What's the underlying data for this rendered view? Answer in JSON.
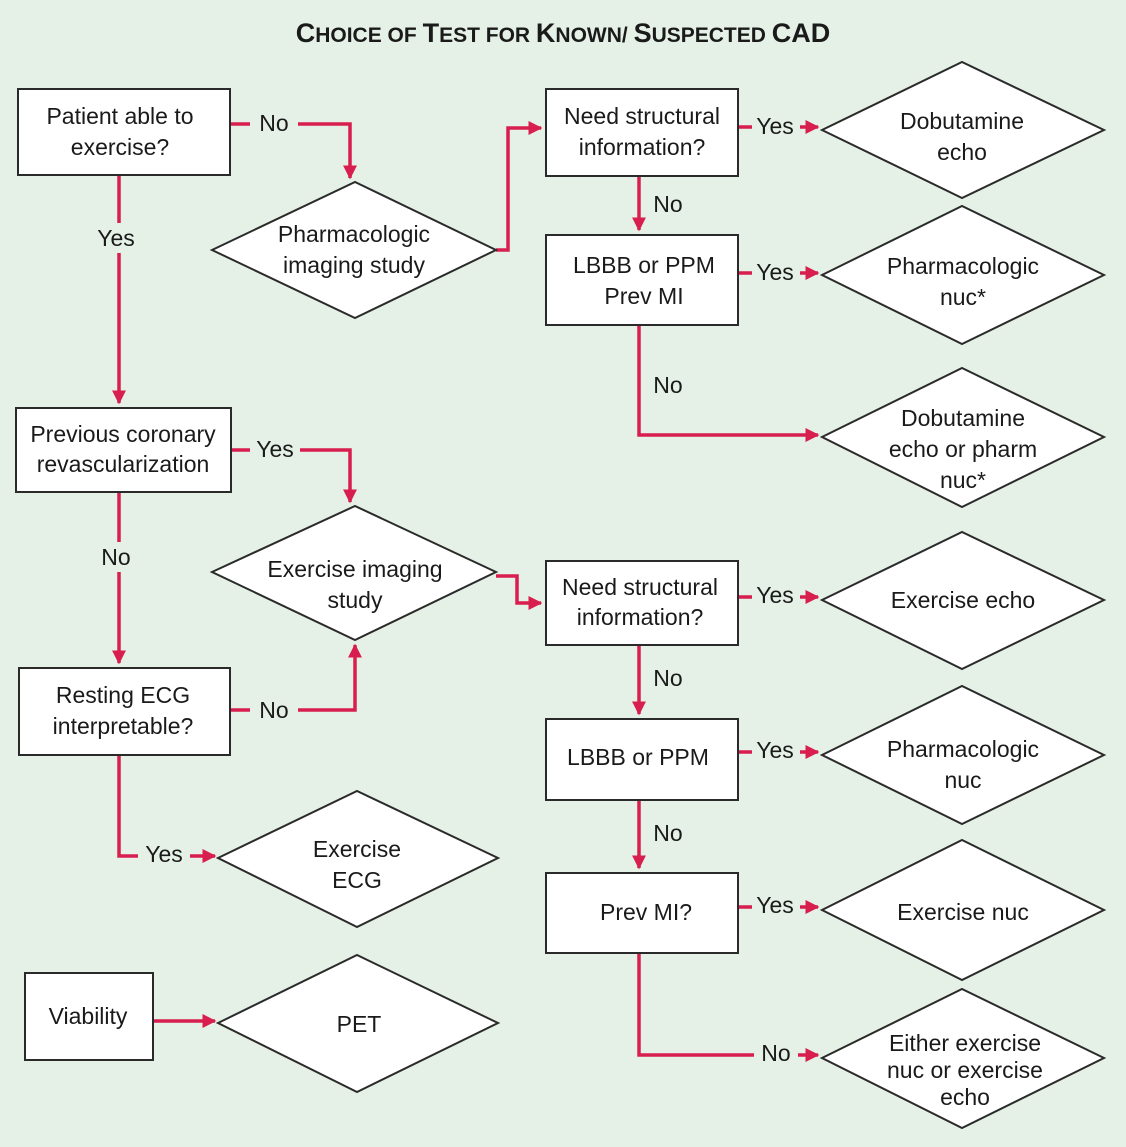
{
  "title": {
    "parts": [
      "C",
      "HOICE OF ",
      "T",
      "EST FOR ",
      "K",
      "NOWN/ ",
      "S",
      "USPECTED ",
      "CAD"
    ]
  },
  "colors": {
    "background": "#e5f1e6",
    "edge": "#d81e4e",
    "stroke": "#2a2a2a",
    "node_fill": "#ffffff"
  },
  "nodes": {
    "patient_exercise": [
      "Patient able to",
      "exercise?"
    ],
    "pharm_imaging": [
      "Pharmacologic",
      "imaging study"
    ],
    "need_struct_top": [
      "Need structural",
      "information?"
    ],
    "dobutamine_echo": [
      "Dobutamine",
      "echo"
    ],
    "lbbb_ppm_prev_mi": [
      "LBBB or PPM",
      "Prev MI"
    ],
    "pharm_nuc_star": [
      "Pharmacologic",
      "nuc*"
    ],
    "dobut_or_pharm": [
      "Dobutamine",
      "echo or pharm",
      "nuc*"
    ],
    "prev_revasc": [
      "Previous coronary",
      "revascularization"
    ],
    "exercise_imaging": [
      "Exercise imaging",
      "study"
    ],
    "need_struct_bottom": [
      "Need structural",
      "information?"
    ],
    "exercise_echo": [
      "Exercise echo"
    ],
    "resting_ecg": [
      "Resting ECG",
      "interpretable?"
    ],
    "lbbb_ppm": [
      "LBBB or PPM"
    ],
    "pharm_nuc": [
      "Pharmacologic",
      "nuc"
    ],
    "exercise_ecg": [
      "Exercise",
      "ECG"
    ],
    "prev_mi": [
      "Prev MI?"
    ],
    "exercise_nuc": [
      "Exercise nuc"
    ],
    "viability": [
      "Viability"
    ],
    "pet": [
      "PET"
    ],
    "either": [
      "Either  exercise",
      "nuc or exercise",
      "echo"
    ]
  },
  "edge_labels": {
    "patient_no": "No",
    "patient_yes": "Yes",
    "struct_top_yes": "Yes",
    "struct_top_no": "No",
    "lbbb_mi_yes": "Yes",
    "lbbb_mi_no": "No",
    "revasc_yes": "Yes",
    "revasc_no": "No",
    "struct_bottom_yes": "Yes",
    "struct_bottom_no": "No",
    "resting_no": "No",
    "resting_yes": "Yes",
    "lbbb_yes": "Yes",
    "lbbb_no": "No",
    "prev_mi_yes": "Yes",
    "prev_mi_no": "No"
  }
}
